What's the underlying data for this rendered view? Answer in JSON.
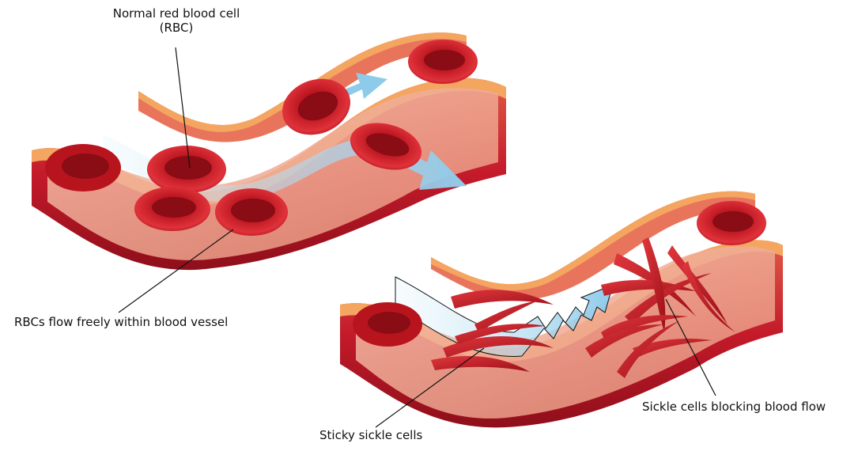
{
  "labels": {
    "normal_rbc": {
      "line1": "Normal red blood cell",
      "line2": "(RBC)"
    },
    "free_flow": "RBCs flow freely within blood vessel",
    "sticky": "Sticky sickle cells",
    "blocking": "Sickle cells blocking blood flow"
  },
  "colors": {
    "vessel_outer": "#c41a2a",
    "vessel_inner": "#e66d50",
    "vessel_rim": "#f4a560",
    "lumen": "#f2b29a",
    "cell_dark": "#a20f18",
    "cell_light": "#e0323a",
    "flow_arrow": "#a9d8f0"
  }
}
